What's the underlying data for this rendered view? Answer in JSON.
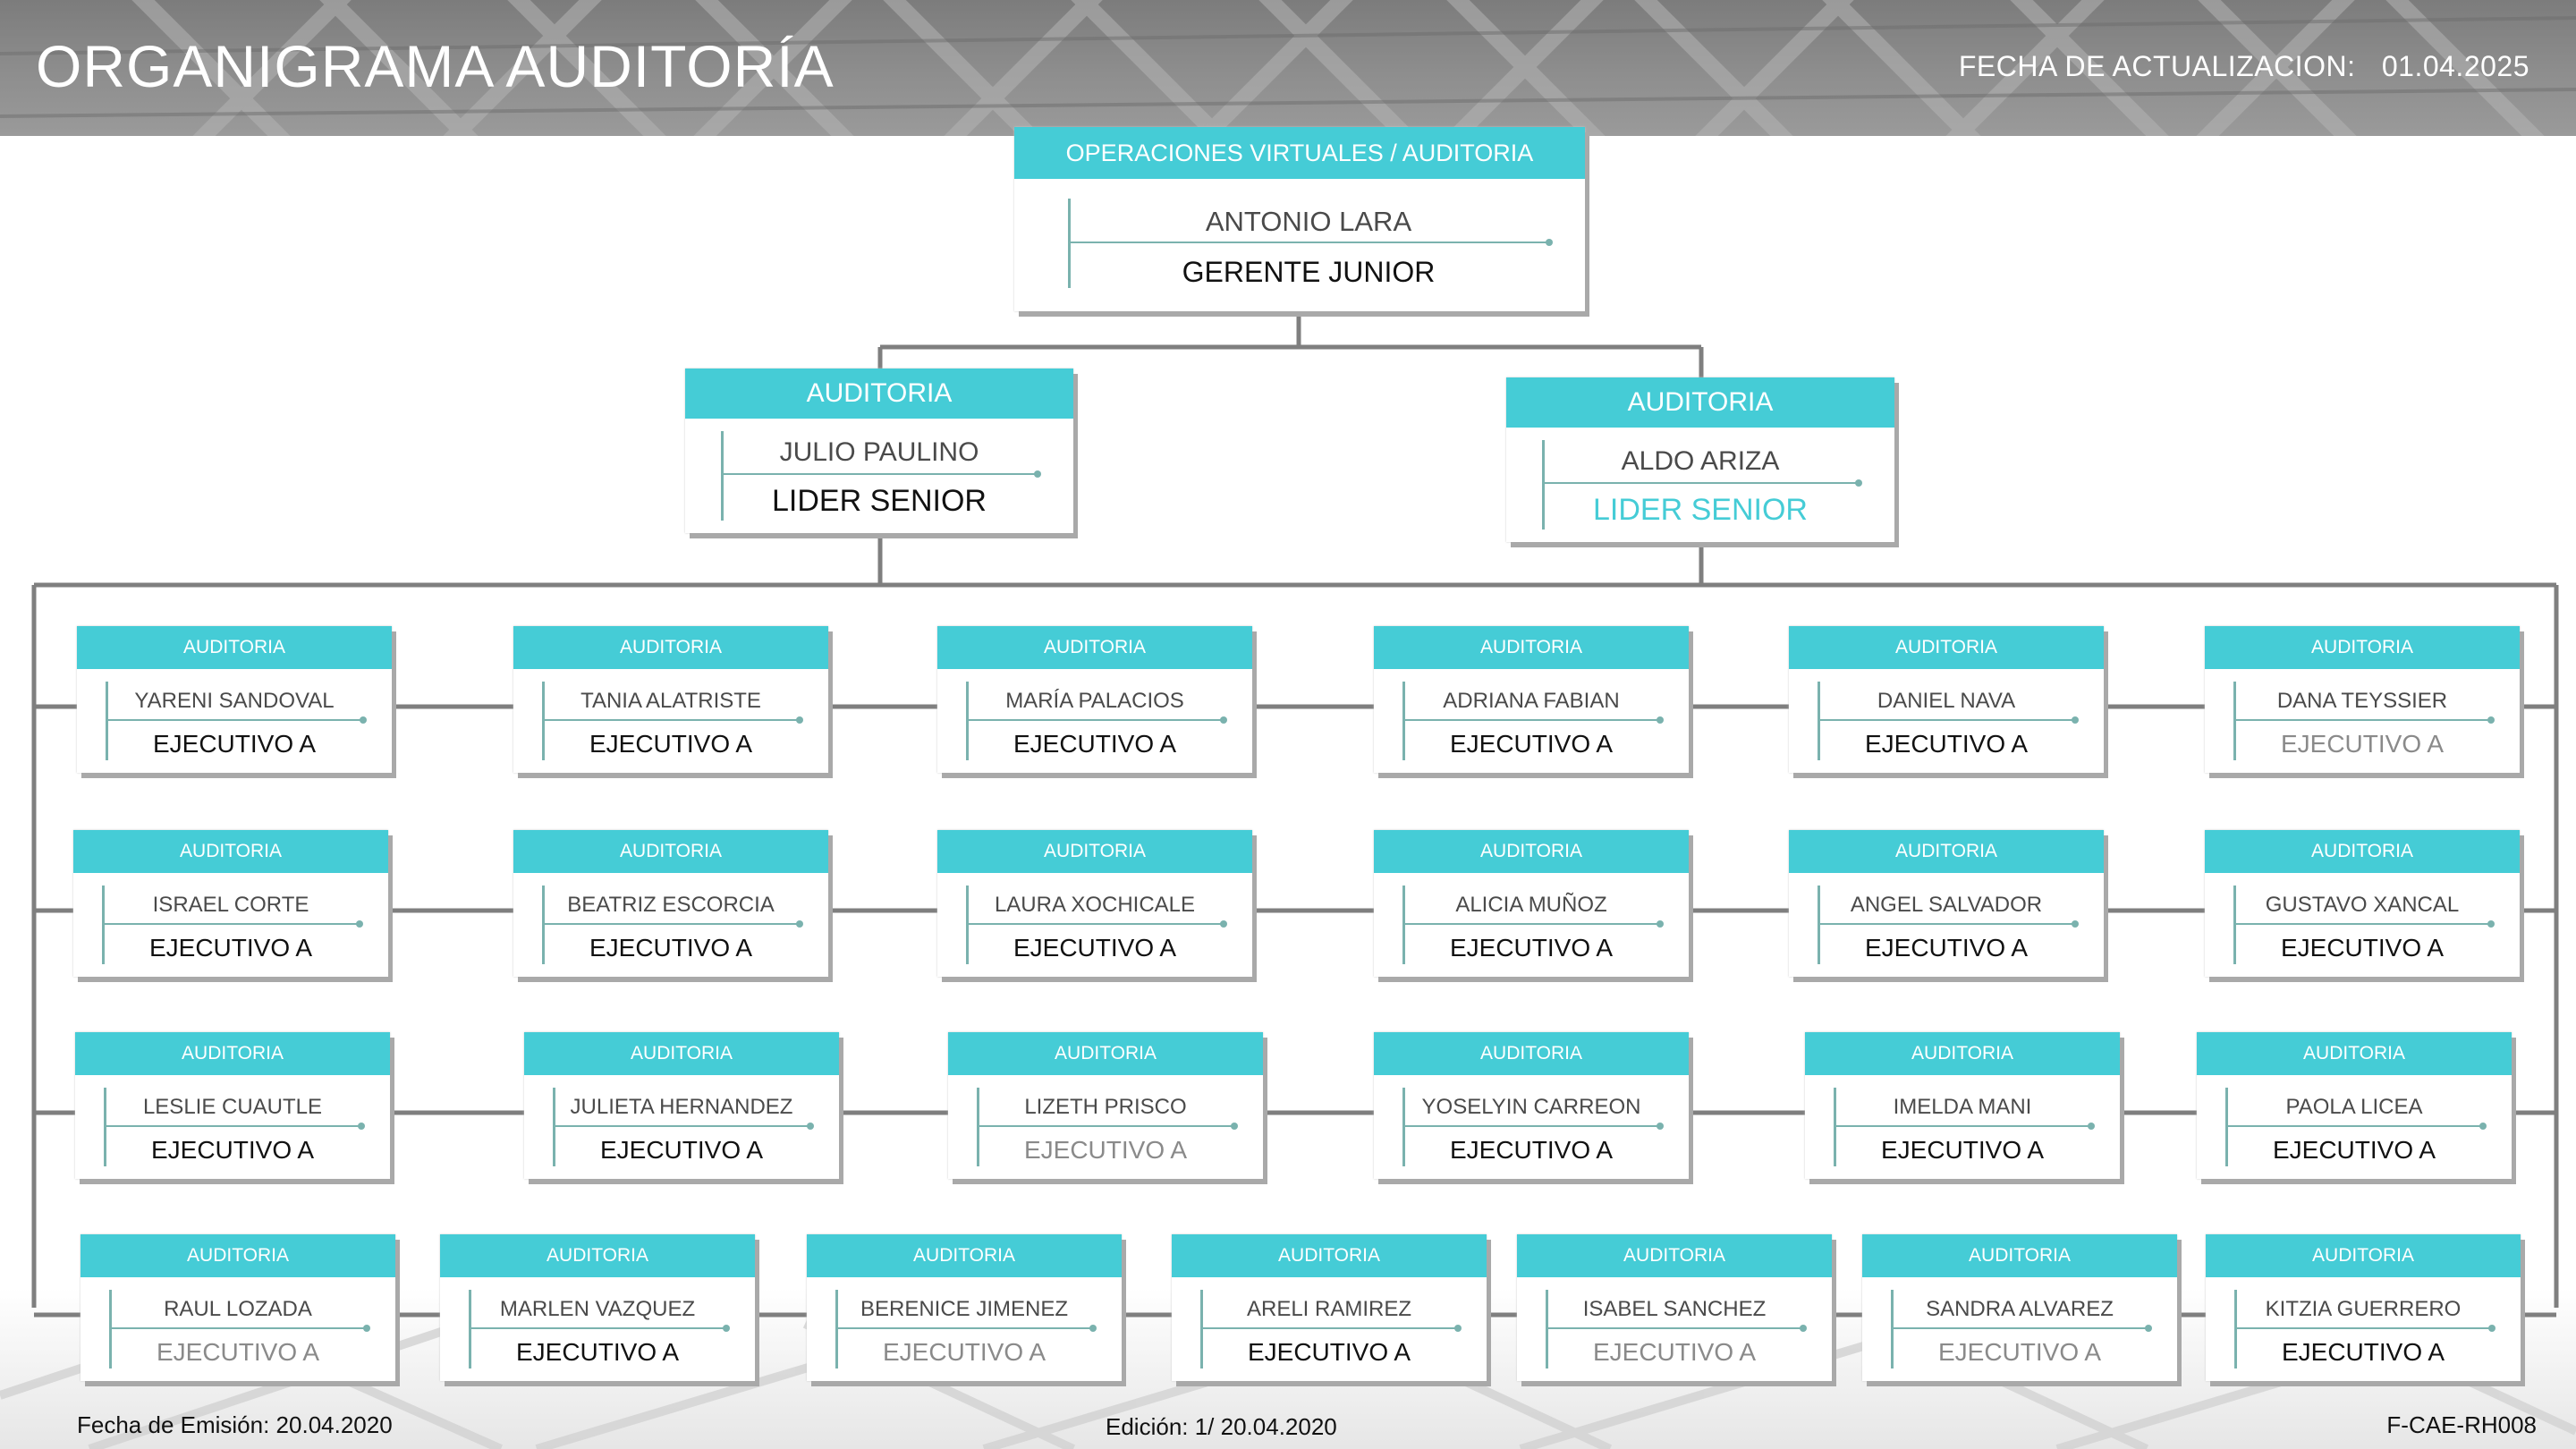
{
  "title": "ORGANIGRAMA AUDITORÍA",
  "update": {
    "label": "FECHA DE ACTUALIZACION:",
    "date": "01.04.2025"
  },
  "footer": {
    "emission": "Fecha de Emisión: 20.04.2020",
    "edition": "Edición: 1/ 20.04.2020",
    "code": "F-CAE-RH008"
  },
  "colors": {
    "accent": "#45ccd6",
    "connector": "#7f7f7f",
    "card_line": "#7ab2ae",
    "header_bg": "#8a8a8a"
  },
  "top": {
    "area": "OPERACIONES VIRTUALES / AUDITORIA",
    "name": "ANTONIO LARA",
    "role": "GERENTE JUNIOR"
  },
  "leads": [
    {
      "area": "AUDITORIA",
      "name": "JULIO PAULINO",
      "role": "LIDER SENIOR",
      "style": "dark"
    },
    {
      "area": "AUDITORIA",
      "name": "ALDO ARIZA",
      "role": "LIDER SENIOR",
      "style": "accent"
    }
  ],
  "rows": [
    [
      {
        "area": "AUDITORIA",
        "name": "YARENI SANDOVAL",
        "role": "EJECUTIVO A",
        "style": "dark"
      },
      {
        "area": "AUDITORIA",
        "name": "TANIA ALATRISTE",
        "role": "EJECUTIVO A",
        "style": "dark"
      },
      {
        "area": "AUDITORIA",
        "name": "MARÍA PALACIOS",
        "role": "EJECUTIVO A",
        "style": "dark"
      },
      {
        "area": "AUDITORIA",
        "name": "ADRIANA FABIAN",
        "role": "EJECUTIVO A",
        "style": "dark"
      },
      {
        "area": "AUDITORIA",
        "name": "DANIEL NAVA",
        "role": "EJECUTIVO A",
        "style": "dark"
      },
      {
        "area": "AUDITORIA",
        "name": "DANA TEYSSIER",
        "role": "EJECUTIVO A",
        "style": "muted"
      }
    ],
    [
      {
        "area": "AUDITORIA",
        "name": "ISRAEL CORTE",
        "role": "EJECUTIVO A",
        "style": "dark"
      },
      {
        "area": "AUDITORIA",
        "name": "BEATRIZ ESCORCIA",
        "role": "EJECUTIVO A",
        "style": "dark"
      },
      {
        "area": "AUDITORIA",
        "name": "LAURA XOCHICALE",
        "role": "EJECUTIVO A",
        "style": "dark"
      },
      {
        "area": "AUDITORIA",
        "name": "ALICIA MUÑOZ",
        "role": "EJECUTIVO A",
        "style": "dark"
      },
      {
        "area": "AUDITORIA",
        "name": "ANGEL SALVADOR",
        "role": "EJECUTIVO A",
        "style": "dark"
      },
      {
        "area": "AUDITORIA",
        "name": "GUSTAVO XANCAL",
        "role": "EJECUTIVO A",
        "style": "dark"
      }
    ],
    [
      {
        "area": "AUDITORIA",
        "name": "LESLIE CUAUTLE",
        "role": "EJECUTIVO A",
        "style": "dark"
      },
      {
        "area": "AUDITORIA",
        "name": "JULIETA HERNANDEZ",
        "role": "EJECUTIVO A",
        "style": "dark"
      },
      {
        "area": "AUDITORIA",
        "name": "LIZETH PRISCO",
        "role": "EJECUTIVO A",
        "style": "muted"
      },
      {
        "area": "AUDITORIA",
        "name": "YOSELYIN CARREON",
        "role": "EJECUTIVO A",
        "style": "dark"
      },
      {
        "area": "AUDITORIA",
        "name": "IMELDA MANI",
        "role": "EJECUTIVO A",
        "style": "dark"
      },
      {
        "area": "AUDITORIA",
        "name": "PAOLA LICEA",
        "role": "EJECUTIVO A",
        "style": "dark"
      }
    ],
    [
      {
        "area": "AUDITORIA",
        "name": "RAUL LOZADA",
        "role": "EJECUTIVO A",
        "style": "muted"
      },
      {
        "area": "AUDITORIA",
        "name": "MARLEN VAZQUEZ",
        "role": "EJECUTIVO A",
        "style": "dark"
      },
      {
        "area": "AUDITORIA",
        "name": "BERENICE JIMENEZ",
        "role": "EJECUTIVO A",
        "style": "muted"
      },
      {
        "area": "AUDITORIA",
        "name": "ARELI RAMIREZ",
        "role": "EJECUTIVO A",
        "style": "dark"
      },
      {
        "area": "AUDITORIA",
        "name": "ISABEL SANCHEZ",
        "role": "EJECUTIVO A",
        "style": "muted"
      },
      {
        "area": "AUDITORIA",
        "name": "SANDRA ALVAREZ",
        "role": "EJECUTIVO A",
        "style": "muted"
      },
      {
        "area": "AUDITORIA",
        "name": "KITZIA GUERRERO",
        "role": "EJECUTIVO A",
        "style": "dark"
      }
    ]
  ]
}
